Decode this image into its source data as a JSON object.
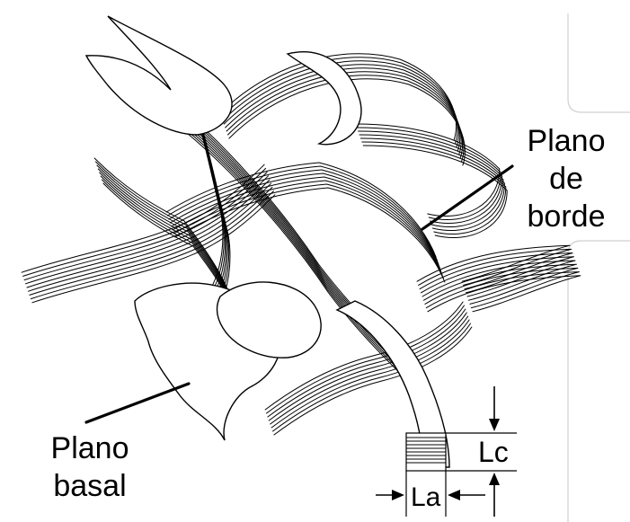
{
  "labels": {
    "edge_plane": [
      "Plano",
      "de",
      "borde"
    ],
    "basal_plane": [
      "Plano",
      "basal"
    ],
    "lc": "Lc",
    "la": "La"
  },
  "colors": {
    "ink": "#000000",
    "ribbon_fill": "#ffffff",
    "frame": "#d0d0d0"
  }
}
